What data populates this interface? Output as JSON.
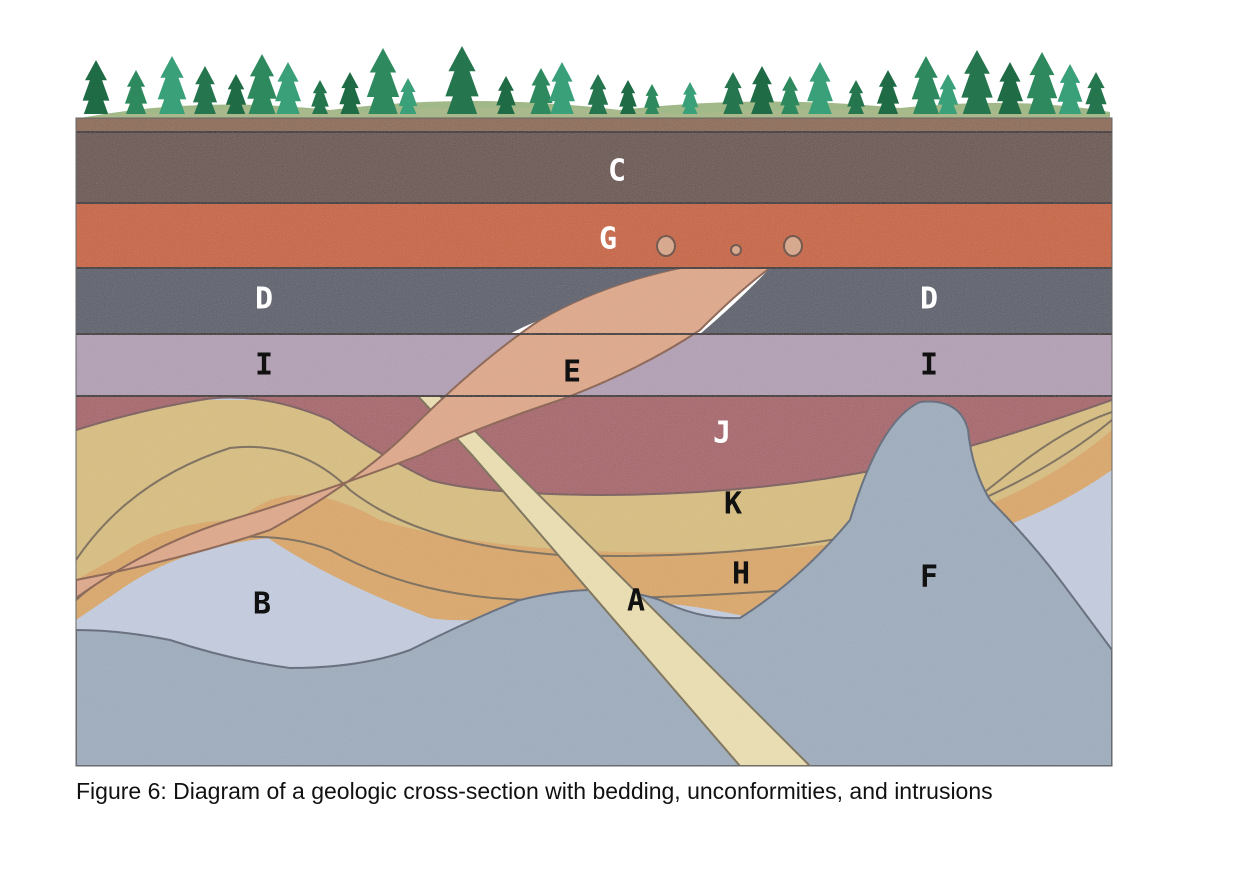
{
  "figure": {
    "caption": "Figure 6:  Diagram of a geologic cross-section with bedding, unconformities, and intrusions"
  },
  "labels": {
    "C": "C",
    "G": "G",
    "D_left": "D",
    "D_right": "D",
    "I_left": "I",
    "I_right": "I",
    "E": "E",
    "J": "J",
    "K": "K",
    "H": "H",
    "A": "A",
    "B": "B",
    "F": "F"
  },
  "colors": {
    "layer_C": "#6b5450",
    "layer_G": "#c9633c",
    "layer_D": "#5c5f6c",
    "layer_I": "#b3a0b5",
    "layer_J": "#a8656a",
    "layer_K": "#d9bf80",
    "layer_H": "#dca868",
    "layer_B": "#c4cde0",
    "layer_F": "#9fadbe",
    "dike_E": "#e0a98a",
    "dike_A": "#ece0b2",
    "trees": "#2e7a4a",
    "grass": "#8aa86a"
  }
}
